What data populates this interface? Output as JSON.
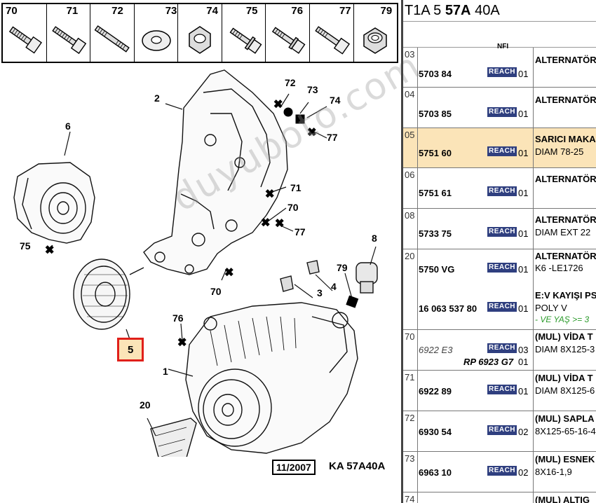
{
  "icon_labels": [
    "70",
    "71",
    "72",
    "73",
    "74",
    "75",
    "76",
    "77",
    "79"
  ],
  "diagram_labels": {
    "l2": "2",
    "l6": "6",
    "l72": "72",
    "l73": "73",
    "l74": "74",
    "l77a": "77",
    "l71": "71",
    "l70a": "70",
    "l77b": "77",
    "l75": "75",
    "l8": "8",
    "l79": "79",
    "l4": "4",
    "l3": "3",
    "l70b": "70",
    "l76": "76",
    "l5": "5",
    "l1": "1",
    "l20": "20"
  },
  "footer": {
    "date": "11/2007",
    "code": "KA 57A40A"
  },
  "watermark": "duyuboto.com",
  "header": {
    "p1": "T1A 5 ",
    "p2": "57A",
    "p3": " 40A"
  },
  "nfi_label": "NFI",
  "rows": [
    {
      "num": "03",
      "part": "5703 84",
      "reach": "REACH",
      "qty": "01",
      "desc": "ALTERNATÖR"
    },
    {
      "num": "04",
      "part": "5703 85",
      "reach": "REACH",
      "qty": "01",
      "desc": "ALTERNATÖR"
    },
    {
      "num": "05",
      "part": "5751 60",
      "reach": "REACH",
      "qty": "01",
      "desc": "SARICI MAKA",
      "desc2": "DIAM 78-25"
    },
    {
      "num": "06",
      "part": "5751 61",
      "reach": "REACH",
      "qty": "01",
      "desc": "ALTERNATÖR"
    },
    {
      "num": "08",
      "part": "5733 75",
      "reach": "REACH",
      "qty": "01",
      "desc": "ALTERNATÖR",
      "desc2": "DIAM EXT 22"
    },
    {
      "num": "20",
      "part": "5750 VG",
      "reach": "REACH",
      "qty": "01",
      "desc": "ALTERNATÖR",
      "desc2": "K6 -LE1726",
      "part_b": "16 063 537 80",
      "reach_b": "REACH",
      "qty_b": "01",
      "desc_b": "E:V KAYIŞI PS",
      "desc_b2": "POLY V",
      "desc_b3": "- VE YAŞ >= 3"
    },
    {
      "num": "70",
      "part": "6922 E3",
      "reach": "REACH",
      "qty": "03",
      "desc": "(MUL) VİDA T",
      "desc2": "DIAM 8X125-3",
      "part_b": "RP 6923 G7",
      "qty_b": "01"
    },
    {
      "num": "71",
      "part": "6922 89",
      "reach": "REACH",
      "qty": "01",
      "desc": "(MUL) VİDA T",
      "desc2": "DIAM 8X125-6"
    },
    {
      "num": "72",
      "part": "6930 54",
      "reach": "REACH",
      "qty": "02",
      "desc": "(MUL) SAPLA",
      "desc2": "8X125-65-16-4"
    },
    {
      "num": "73",
      "part": "6963 10",
      "reach": "REACH",
      "qty": "02",
      "desc": "(MUL) ESNEK",
      "desc2": "8X16-1,9"
    },
    {
      "num": "74",
      "desc": "(MUL) ALTIG"
    }
  ]
}
